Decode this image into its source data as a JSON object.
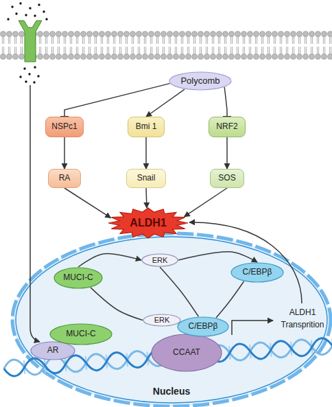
{
  "diagram": {
    "nodes": [
      {
        "text": [
          "Polycomb"
        ]
      },
      {
        "text": [
          "NSPc1"
        ]
      },
      {
        "text": [
          "Bmi 1"
        ]
      },
      {
        "text": [
          "NRF2"
        ]
      },
      {
        "text": [
          "RA"
        ]
      },
      {
        "text": [
          "Snail"
        ]
      },
      {
        "text": [
          "SOS"
        ]
      },
      {
        "text": [
          "ALDH1"
        ]
      },
      {
        "text": [
          "Nucleus"
        ]
      },
      {
        "text": [
          "ERK"
        ],
        "in": 8
      },
      {
        "text": [
          "MUCI-C"
        ],
        "in": 8
      },
      {
        "text": [
          "C/EBPβ"
        ],
        "in": 8
      },
      {
        "text": [
          "ERK"
        ],
        "in": 8
      },
      {
        "text": [
          "C/EBPβ"
        ],
        "in": 8
      },
      {
        "text": [
          "MUCI-C"
        ],
        "in": 8
      },
      {
        "text": [
          "CCAAT"
        ],
        "in": 8
      },
      {
        "text": [
          "AR"
        ],
        "in": 8
      }
    ],
    "edges": [
      {
        "from": 0,
        "to": 1,
        "arrow": "to"
      },
      {
        "from": 0,
        "to": 2,
        "arrow": "to"
      },
      {
        "from": 0,
        "to": 3,
        "arrow": "to"
      },
      {
        "from": 1,
        "to": 4,
        "arrow": "to"
      },
      {
        "from": 2,
        "to": 5,
        "arrow": "to"
      },
      {
        "from": 3,
        "to": 6,
        "arrow": "to"
      },
      {
        "from": 4,
        "to": 7,
        "arrow": "to"
      },
      {
        "from": 5,
        "to": 7,
        "arrow": "to"
      },
      {
        "from": 6,
        "to": 7,
        "arrow": "to"
      },
      {
        "from": 10,
        "to": 9,
        "arrow": "to"
      },
      {
        "from": 9,
        "to": 11,
        "arrow": "to"
      },
      {
        "from": 10,
        "to": 12,
        "arrow": "none"
      },
      {
        "from": 9,
        "to": 13,
        "arrow": "none"
      },
      {
        "from": 11,
        "to": 13,
        "arrow": "none"
      }
    ],
    "labels": [
      "ALDH1 Transprition"
    ]
  }
}
